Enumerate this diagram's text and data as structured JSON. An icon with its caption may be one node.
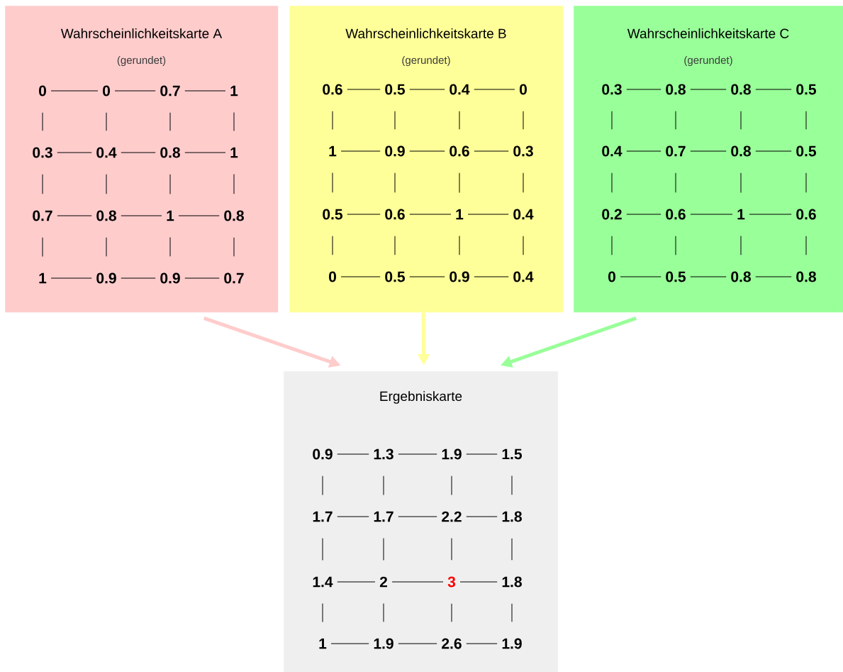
{
  "diagram": {
    "nodes": [
      {
        "text": [
          "Wahrscheinlichkeitskarte A",
          "(gerundet)"
        ]
      },
      {
        "text": [
          "0"
        ],
        "in": 0
      },
      {
        "text": [
          "0"
        ],
        "in": 0
      },
      {
        "text": [
          "0.7"
        ],
        "in": 0
      },
      {
        "text": [
          "1"
        ],
        "in": 0
      },
      {
        "text": [
          "0.3"
        ],
        "in": 0
      },
      {
        "text": [
          "0.4"
        ],
        "in": 0
      },
      {
        "text": [
          "0.8"
        ],
        "in": 0
      },
      {
        "text": [
          "1"
        ],
        "in": 0
      },
      {
        "text": [
          "0.7"
        ],
        "in": 0
      },
      {
        "text": [
          "0.8"
        ],
        "in": 0
      },
      {
        "text": [
          "1"
        ],
        "in": 0
      },
      {
        "text": [
          "0.8"
        ],
        "in": 0
      },
      {
        "text": [
          "1"
        ],
        "in": 0
      },
      {
        "text": [
          "0.9"
        ],
        "in": 0
      },
      {
        "text": [
          "0.9"
        ],
        "in": 0
      },
      {
        "text": [
          "0.7"
        ],
        "in": 0
      },
      {
        "text": [
          "Wahrscheinlichkeitskarte B",
          "(gerundet)"
        ]
      },
      {
        "text": [
          "0.6"
        ],
        "in": 17
      },
      {
        "text": [
          "0.5"
        ],
        "in": 17
      },
      {
        "text": [
          "0.4"
        ],
        "in": 17
      },
      {
        "text": [
          "0"
        ],
        "in": 17
      },
      {
        "text": [
          "1"
        ],
        "in": 17
      },
      {
        "text": [
          "0.9"
        ],
        "in": 17
      },
      {
        "text": [
          "0.6"
        ],
        "in": 17
      },
      {
        "text": [
          "0.3"
        ],
        "in": 17
      },
      {
        "text": [
          "0.5"
        ],
        "in": 17
      },
      {
        "text": [
          "0.6"
        ],
        "in": 17
      },
      {
        "text": [
          "1"
        ],
        "in": 17
      },
      {
        "text": [
          "0.4"
        ],
        "in": 17
      },
      {
        "text": [
          "0"
        ],
        "in": 17
      },
      {
        "text": [
          "0.5"
        ],
        "in": 17
      },
      {
        "text": [
          "0.9"
        ],
        "in": 17
      },
      {
        "text": [
          "0.4"
        ],
        "in": 17
      },
      {
        "text": [
          "Wahrscheinlichkeitskarte C",
          "(gerundet)"
        ]
      },
      {
        "text": [
          "0.3"
        ],
        "in": 34
      },
      {
        "text": [
          "0.8"
        ],
        "in": 34
      },
      {
        "text": [
          "0.8"
        ],
        "in": 34
      },
      {
        "text": [
          "0.5"
        ],
        "in": 34
      },
      {
        "text": [
          "0.4"
        ],
        "in": 34
      },
      {
        "text": [
          "0.7"
        ],
        "in": 34
      },
      {
        "text": [
          "0.8"
        ],
        "in": 34
      },
      {
        "text": [
          "0.5"
        ],
        "in": 34
      },
      {
        "text": [
          "0.2"
        ],
        "in": 34
      },
      {
        "text": [
          "0.6"
        ],
        "in": 34
      },
      {
        "text": [
          "1"
        ],
        "in": 34
      },
      {
        "text": [
          "0.6"
        ],
        "in": 34
      },
      {
        "text": [
          "0"
        ],
        "in": 34
      },
      {
        "text": [
          "0.5"
        ],
        "in": 34
      },
      {
        "text": [
          "0.8"
        ],
        "in": 34
      },
      {
        "text": [
          "0.8"
        ],
        "in": 34
      },
      {
        "text": [
          "Ergebniskarte"
        ]
      },
      {
        "text": [
          "0.9"
        ],
        "in": 51
      },
      {
        "text": [
          "1.3"
        ],
        "in": 51
      },
      {
        "text": [
          "1.9"
        ],
        "in": 51
      },
      {
        "text": [
          "1.5"
        ],
        "in": 51
      },
      {
        "text": [
          "1.7"
        ],
        "in": 51
      },
      {
        "text": [
          "1.7"
        ],
        "in": 51
      },
      {
        "text": [
          "2.2"
        ],
        "in": 51
      },
      {
        "text": [
          "1.8"
        ],
        "in": 51
      },
      {
        "text": [
          "1.4"
        ],
        "in": 51
      },
      {
        "text": [
          "2"
        ],
        "in": 51
      },
      {
        "text": [
          "3"
        ],
        "in": 51
      },
      {
        "text": [
          "1.8"
        ],
        "in": 51
      },
      {
        "text": [
          "1"
        ],
        "in": 51
      },
      {
        "text": [
          "1.9"
        ],
        "in": 51
      },
      {
        "text": [
          "2.6"
        ],
        "in": 51
      },
      {
        "text": [
          "1.9"
        ],
        "in": 51
      }
    ],
    "edges": [
      {
        "from": 0,
        "to": 51,
        "arrow": "to",
        "style": "thick",
        "color": "#ffcccc"
      },
      {
        "from": 17,
        "to": 51,
        "arrow": "to",
        "style": "thick",
        "color": "#ffff99"
      },
      {
        "from": 34,
        "to": 51,
        "arrow": "to",
        "style": "thick",
        "color": "#99ff99"
      },
      {
        "from": 1,
        "to": 2,
        "arrow": "none"
      },
      {
        "from": 2,
        "to": 3,
        "arrow": "none"
      },
      {
        "from": 3,
        "to": 4,
        "arrow": "none"
      },
      {
        "from": 5,
        "to": 6,
        "arrow": "none"
      },
      {
        "from": 6,
        "to": 7,
        "arrow": "none"
      },
      {
        "from": 7,
        "to": 8,
        "arrow": "none"
      },
      {
        "from": 9,
        "to": 10,
        "arrow": "none"
      },
      {
        "from": 10,
        "to": 11,
        "arrow": "none"
      },
      {
        "from": 11,
        "to": 12,
        "arrow": "none"
      },
      {
        "from": 13,
        "to": 14,
        "arrow": "none"
      },
      {
        "from": 14,
        "to": 15,
        "arrow": "none"
      },
      {
        "from": 15,
        "to": 16,
        "arrow": "none"
      },
      {
        "from": 1,
        "to": 5,
        "arrow": "none"
      },
      {
        "from": 2,
        "to": 6,
        "arrow": "none"
      },
      {
        "from": 3,
        "to": 7,
        "arrow": "none"
      },
      {
        "from": 4,
        "to": 8,
        "arrow": "none"
      },
      {
        "from": 5,
        "to": 9,
        "arrow": "none"
      },
      {
        "from": 6,
        "to": 10,
        "arrow": "none"
      },
      {
        "from": 7,
        "to": 11,
        "arrow": "none"
      },
      {
        "from": 8,
        "to": 12,
        "arrow": "none"
      },
      {
        "from": 9,
        "to": 13,
        "arrow": "none"
      },
      {
        "from": 10,
        "to": 14,
        "arrow": "none"
      },
      {
        "from": 11,
        "to": 15,
        "arrow": "none"
      },
      {
        "from": 12,
        "to": 16,
        "arrow": "none"
      },
      {
        "from": 18,
        "to": 19,
        "arrow": "none"
      },
      {
        "from": 19,
        "to": 20,
        "arrow": "none"
      },
      {
        "from": 20,
        "to": 21,
        "arrow": "none"
      },
      {
        "from": 22,
        "to": 23,
        "arrow": "none"
      },
      {
        "from": 23,
        "to": 24,
        "arrow": "none"
      },
      {
        "from": 24,
        "to": 25,
        "arrow": "none"
      },
      {
        "from": 26,
        "to": 27,
        "arrow": "none"
      },
      {
        "from": 27,
        "to": 28,
        "arrow": "none"
      },
      {
        "from": 28,
        "to": 29,
        "arrow": "none"
      },
      {
        "from": 30,
        "to": 31,
        "arrow": "none"
      },
      {
        "from": 31,
        "to": 32,
        "arrow": "none"
      },
      {
        "from": 32,
        "to": 33,
        "arrow": "none"
      },
      {
        "from": 18,
        "to": 22,
        "arrow": "none"
      },
      {
        "from": 19,
        "to": 23,
        "arrow": "none"
      },
      {
        "from": 20,
        "to": 24,
        "arrow": "none"
      },
      {
        "from": 21,
        "to": 25,
        "arrow": "none"
      },
      {
        "from": 22,
        "to": 26,
        "arrow": "none"
      },
      {
        "from": 23,
        "to": 27,
        "arrow": "none"
      },
      {
        "from": 24,
        "to": 28,
        "arrow": "none"
      },
      {
        "from": 25,
        "to": 29,
        "arrow": "none"
      },
      {
        "from": 26,
        "to": 30,
        "arrow": "none"
      },
      {
        "from": 27,
        "to": 31,
        "arrow": "none"
      },
      {
        "from": 28,
        "to": 32,
        "arrow": "none"
      },
      {
        "from": 29,
        "to": 33,
        "arrow": "none"
      },
      {
        "from": 35,
        "to": 36,
        "arrow": "none"
      },
      {
        "from": 36,
        "to": 37,
        "arrow": "none"
      },
      {
        "from": 37,
        "to": 38,
        "arrow": "none"
      },
      {
        "from": 39,
        "to": 40,
        "arrow": "none"
      },
      {
        "from": 40,
        "to": 41,
        "arrow": "none"
      },
      {
        "from": 41,
        "to": 42,
        "arrow": "none"
      },
      {
        "from": 43,
        "to": 44,
        "arrow": "none"
      },
      {
        "from": 44,
        "to": 45,
        "arrow": "none"
      },
      {
        "from": 45,
        "to": 46,
        "arrow": "none"
      },
      {
        "from": 47,
        "to": 48,
        "arrow": "none"
      },
      {
        "from": 48,
        "to": 49,
        "arrow": "none"
      },
      {
        "from": 49,
        "to": 50,
        "arrow": "none"
      },
      {
        "from": 35,
        "to": 39,
        "arrow": "none"
      },
      {
        "from": 36,
        "to": 40,
        "arrow": "none"
      },
      {
        "from": 37,
        "to": 41,
        "arrow": "none"
      },
      {
        "from": 38,
        "to": 42,
        "arrow": "none"
      },
      {
        "from": 39,
        "to": 43,
        "arrow": "none"
      },
      {
        "from": 40,
        "to": 44,
        "arrow": "none"
      },
      {
        "from": 41,
        "to": 45,
        "arrow": "none"
      },
      {
        "from": 42,
        "to": 46,
        "arrow": "none"
      },
      {
        "from": 43,
        "to": 47,
        "arrow": "none"
      },
      {
        "from": 44,
        "to": 48,
        "arrow": "none"
      },
      {
        "from": 45,
        "to": 49,
        "arrow": "none"
      },
      {
        "from": 46,
        "to": 50,
        "arrow": "none"
      },
      {
        "from": 52,
        "to": 53,
        "arrow": "none"
      },
      {
        "from": 53,
        "to": 54,
        "arrow": "none"
      },
      {
        "from": 54,
        "to": 55,
        "arrow": "none"
      },
      {
        "from": 56,
        "to": 57,
        "arrow": "none"
      },
      {
        "from": 57,
        "to": 58,
        "arrow": "none"
      },
      {
        "from": 58,
        "to": 59,
        "arrow": "none"
      },
      {
        "from": 60,
        "to": 61,
        "arrow": "none"
      },
      {
        "from": 61,
        "to": 62,
        "arrow": "none"
      },
      {
        "from": 62,
        "to": 63,
        "arrow": "none"
      },
      {
        "from": 64,
        "to": 65,
        "arrow": "none"
      },
      {
        "from": 65,
        "to": 66,
        "arrow": "none"
      },
      {
        "from": 66,
        "to": 67,
        "arrow": "none"
      },
      {
        "from": 52,
        "to": 56,
        "arrow": "none"
      },
      {
        "from": 53,
        "to": 57,
        "arrow": "none"
      },
      {
        "from": 54,
        "to": 58,
        "arrow": "none"
      },
      {
        "from": 55,
        "to": 59,
        "arrow": "none"
      },
      {
        "from": 56,
        "to": 60,
        "arrow": "none"
      },
      {
        "from": 57,
        "to": 61,
        "arrow": "none"
      },
      {
        "from": 58,
        "to": 62,
        "arrow": "none"
      },
      {
        "from": 59,
        "to": 63,
        "arrow": "none"
      },
      {
        "from": 60,
        "to": 64,
        "arrow": "none"
      },
      {
        "from": 61,
        "to": 65,
        "arrow": "none"
      },
      {
        "from": 62,
        "to": 66,
        "arrow": "none"
      },
      {
        "from": 63,
        "to": 67,
        "arrow": "none"
      }
    ]
  }
}
